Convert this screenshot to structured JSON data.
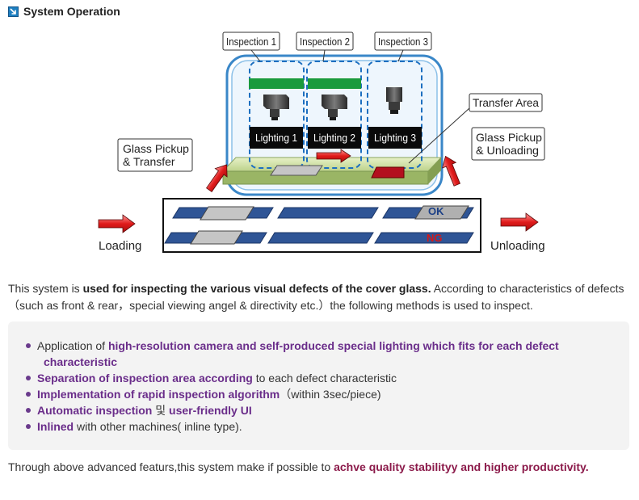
{
  "header": {
    "title": "System Operation"
  },
  "diagram": {
    "inspections": [
      "Inspection 1",
      "Inspection 2",
      "Inspection 3"
    ],
    "lightings": [
      "Lighting 1",
      "Lighting 2",
      "Lighting 3"
    ],
    "transfer_area": "Transfer Area",
    "glass_pickup_transfer": [
      "Glass Pickup",
      "& Transfer"
    ],
    "glass_pickup_unloading": [
      "Glass Pickup",
      "& Unloading"
    ],
    "loading": "Loading",
    "unloading": "Unloading",
    "ok": "OK",
    "ng": "NG"
  },
  "intro": {
    "p1": "This system is ",
    "b1": "used for inspecting the various visual defects of the cover glass.",
    "p2": " According to characteristics of defects （such as front & rear，special viewing angel & directivity etc.）the following methods is used to inspect."
  },
  "features": [
    {
      "pre": "Application of ",
      "bold": "high-resolution camera and self-produced special lighting which fits for each defect",
      "bold2": "characteristic",
      "post": ""
    },
    {
      "pre": "",
      "bold": "Separation of inspection area according",
      "post": " to each defect characteristic"
    },
    {
      "pre": "",
      "bold": "Implementation of rapid inspection algorithm",
      "post": "（within 3sec/piece)"
    },
    {
      "pre": "",
      "bold": "Automatic inspection",
      "mid": " 및 ",
      "bold_b": "user-friendly UI",
      "post": ""
    },
    {
      "pre": "",
      "bold": "Inlined",
      "post": " with other machines( inline type)."
    }
  ],
  "outro": {
    "p1": "Through above advanced featurs,this system make if possible to ",
    "b1": "achve quality stabilityy and higher productivity."
  },
  "colors": {
    "heading_icon": "#1e7fc0",
    "purple": "#6a2d8a",
    "magenta": "#8b1a4a",
    "box_bg": "#f3f3f3"
  }
}
